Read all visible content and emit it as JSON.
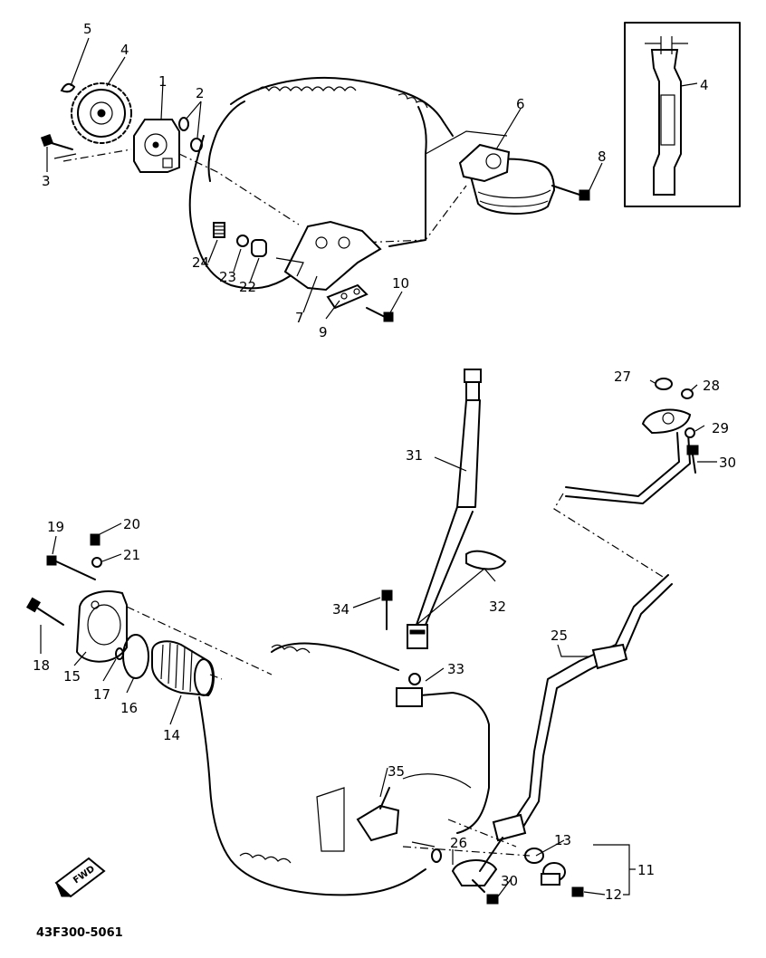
{
  "diagram": {
    "drawing_code": "43F300-5061",
    "direction_marker": "FWD",
    "part_labels": [
      "1",
      "2",
      "3",
      "4",
      "5",
      "6",
      "7",
      "8",
      "9",
      "10",
      "11",
      "12",
      "13",
      "14",
      "15",
      "16",
      "17",
      "18",
      "19",
      "20",
      "21",
      "22",
      "23",
      "24",
      "25",
      "26",
      "27",
      "28",
      "29",
      "30",
      "31",
      "32",
      "33",
      "34",
      "35"
    ],
    "inset_label": "4",
    "labels": {
      "p1": "1",
      "p2": "2",
      "p3": "3",
      "p4": "4",
      "p5": "5",
      "p6": "6",
      "p7": "7",
      "p8": "8",
      "p9": "9",
      "p10": "10",
      "p11": "11",
      "p12": "12",
      "p13": "13",
      "p14": "14",
      "p15": "15",
      "p16": "16",
      "p17": "17",
      "p18": "18",
      "p19": "19",
      "p20": "20",
      "p21": "21",
      "p22": "22",
      "p23": "23",
      "p24": "24",
      "p25": "25",
      "p26": "26",
      "p27": "27",
      "p28": "28",
      "p29": "29",
      "p30a": "30",
      "p30b": "30",
      "p31": "31",
      "p32": "32",
      "p33": "33",
      "p34": "34",
      "p35": "35",
      "p4inset": "4"
    }
  }
}
